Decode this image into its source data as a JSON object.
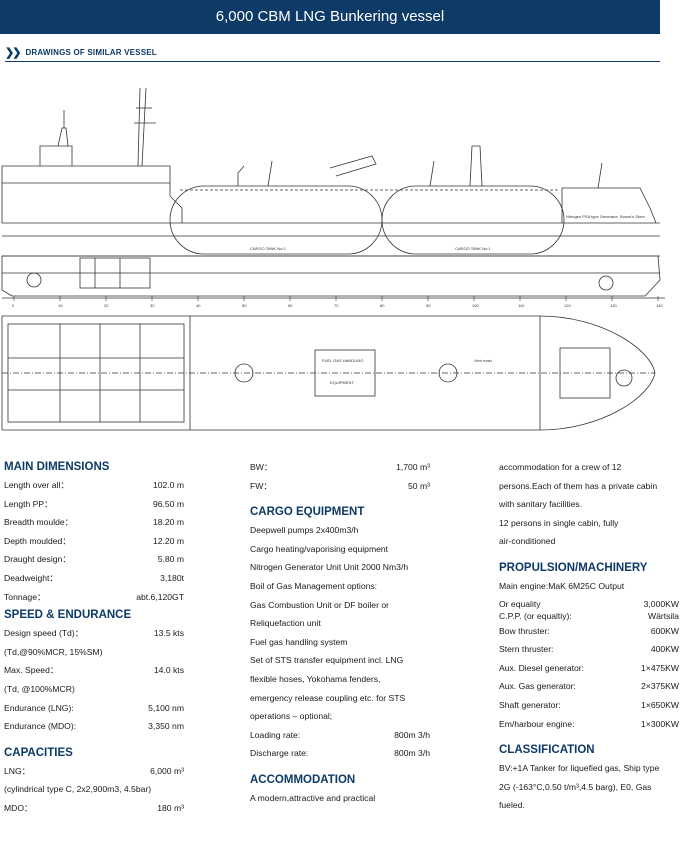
{
  "header": {
    "title": "6,000 CBM LNG Bunkering vessel"
  },
  "section_tag": {
    "label": "DRAWINGS OF SIMILAR VESSEL",
    "icon": "double-chevron-right-icon"
  },
  "drawing": {
    "profile_labels": {
      "tank2": "CARGO TANK No.2",
      "tank1": "CARGO TANK No.1",
      "nitrogen": "Nitrogen PSA type Generator",
      "bosun": "Bosun's Store"
    },
    "frame_ticks": [
      "0",
      "10",
      "20",
      "30",
      "40",
      "50",
      "60",
      "70",
      "80",
      "90",
      "100",
      "110",
      "120",
      "130",
      "140"
    ],
    "plan_labels": {
      "gas_handling": "FUEL GAS HANDLING",
      "equipment": "EQUIPMENT",
      "vent_mast": "Vent mast"
    }
  },
  "main_dimensions": {
    "title": "MAIN DIMENSIONS",
    "rows": [
      {
        "k": "Length over all：",
        "v": "102.0 m"
      },
      {
        "k": "Length PP：",
        "v": "96.50 m"
      },
      {
        "k": "Breadth moulde：",
        "v": "18.20 m"
      },
      {
        "k": "Depth moulded：",
        "v": "12.20 m"
      },
      {
        "k": "Draught design：",
        "v": "5.80 m"
      },
      {
        "k": "Deadweight：",
        "v": "3,180t"
      },
      {
        "k": "Tonnage：",
        "v": "abt.6,120GT"
      }
    ]
  },
  "speed": {
    "title": "SPEED & ENDURANCE",
    "rows": [
      {
        "k": "Design speed (Td)：",
        "v": "13.5 kts"
      },
      {
        "k": "(Td,@90%MCR, 15%SM)",
        "v": ""
      },
      {
        "k": "Max. Speed：",
        "v": "14.0 kts"
      },
      {
        "k": "(Td, @100%MCR)",
        "v": ""
      },
      {
        "k": "Endurance (LNG):",
        "v": "5,100 nm"
      },
      {
        "k": "Endurance (MDO):",
        "v": "3,350 nm"
      }
    ]
  },
  "capacities": {
    "title": "CAPACITIES",
    "rows": [
      {
        "k": "LNG：",
        "v": "6,000 m³"
      },
      {
        "k": "(cylindrical type C, 2x2,900m3, 4.5bar)",
        "v": ""
      },
      {
        "k": "MDO：",
        "v": "180 m³"
      }
    ]
  },
  "water": {
    "rows": [
      {
        "k": "BW：",
        "v": "1,700 m³"
      },
      {
        "k": "FW：",
        "v": "50 m³"
      }
    ]
  },
  "cargo": {
    "title": "CARGO EQUIPMENT",
    "lines": [
      "Deepwell pumps 2x400m3/h",
      "Cargo heating/vaporising equipment",
      "Nitrogen Generator Unit Unit 2000 Nm3/h",
      "Boil of Gas Management options:",
      "Gas Combustion Unit or DF boiler or",
      "Reliquefaction unit",
      "Fuel gas handling system",
      "Set of STS transfer equipment incl. LNG",
      "flexible hoses, Yokohama fenders,",
      "emergency release coupling etc. for STS",
      "operations – optional;"
    ],
    "rates": [
      {
        "k": "Loading rate:",
        "v": "800m 3/h"
      },
      {
        "k": "Discharge rate:",
        "v": "800m 3/h"
      }
    ]
  },
  "accommodation": {
    "title": "ACCOMMODATION",
    "lines": [
      "A modern,attractive and practical",
      "accommodation for a crew of 12",
      "persons.Each of them has a private cabin",
      "with sanitary facilities.",
      "12 persons in single cabin, fully",
      "air-conditioned"
    ]
  },
  "propulsion": {
    "title": "PROPULSION/MACHINERY",
    "main_engine": "Main engine:MaK 6M25C Output",
    "rows_two": [
      {
        "k": "Or equality\nC.P.P. (or equaltiy):",
        "v": "3,000KW\nWärtsila"
      }
    ],
    "rows": [
      {
        "k": "Bow thruster:",
        "v": "600KW"
      },
      {
        "k": "Stern thruster:",
        "v": "400KW"
      },
      {
        "k": "Aux. Diesel generator:",
        "v": "1×475KW"
      },
      {
        "k": "Aux. Gas generator:",
        "v": "2×375KW"
      },
      {
        "k": "Shaft generator:",
        "v": "1×650KW"
      },
      {
        "k": "Em/harbour engine:",
        "v": "1×300KW"
      }
    ]
  },
  "classification": {
    "title": "CLASSIFICATION",
    "lines": [
      "BV:+1A Tanker for liquefied gas, Ship type",
      "2G (-163°C,0.50 t/m³,4.5 barg), E0, Gas",
      "fueled."
    ]
  },
  "colors": {
    "header_bg": "#0d3a66",
    "heading": "#0d3a66",
    "line": "#333333"
  }
}
